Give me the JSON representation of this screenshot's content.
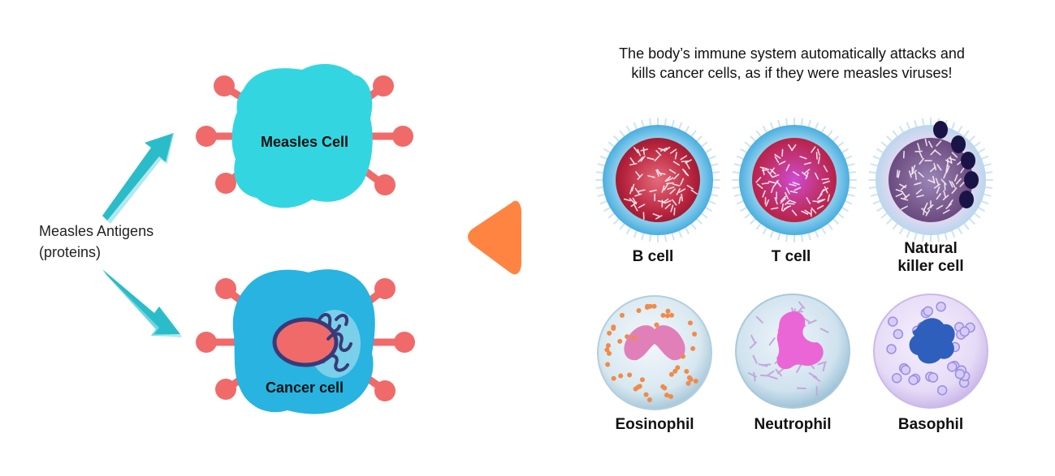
{
  "antigens": {
    "line1": "Measles Antigens",
    "line2": "(proteins)"
  },
  "measles_cell": {
    "label": "Measles Cell",
    "color": "#33d6e0"
  },
  "cancer_cell": {
    "label": "Cancer cell",
    "color": "#28b3e0"
  },
  "antigen_color": "#f06a6a",
  "arrow_color": "#2bbcc9",
  "play_color": "#ff8442",
  "headline": {
    "line1": "The body’s immune system automatically attacks and",
    "line2": "kills cancer cells, as if they were measles viruses!"
  },
  "immune_cells": [
    {
      "label": "B cell"
    },
    {
      "label": "T cell"
    },
    {
      "label_line1": "Natural",
      "label_line2": "killer cell"
    },
    {
      "label": "Eosinophil"
    },
    {
      "label": "Neutrophil"
    },
    {
      "label": "Basophil"
    }
  ]
}
